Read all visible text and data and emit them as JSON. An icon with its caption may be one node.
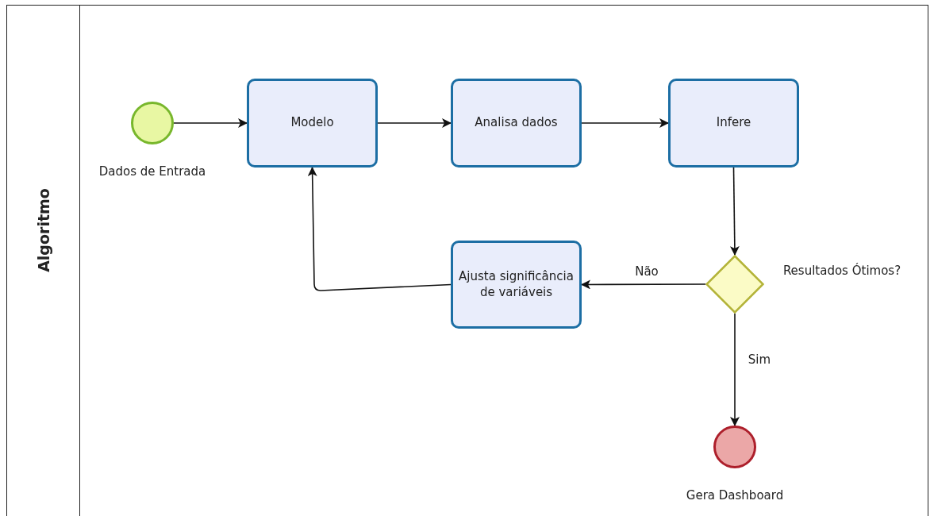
{
  "diagram": {
    "nodes": [
      {
        "text": [
          "Algoritmo"
        ]
      },
      {
        "text": [],
        "shape": "circle",
        "beside": [
          "Dados de Entrada"
        ],
        "in": 0
      },
      {
        "text": [
          "Modelo"
        ],
        "in": 0
      },
      {
        "text": [
          "Analisa dados"
        ],
        "in": 0
      },
      {
        "text": [
          "Infere"
        ],
        "in": 0
      },
      {
        "text": [],
        "shape": "diamond",
        "beside": [
          "Resultados Ótimos?"
        ],
        "in": 0
      },
      {
        "text": [
          "Ajusta significância de variáveis"
        ],
        "in": 0
      },
      {
        "text": [],
        "shape": "circle",
        "beside": [
          "Gera Dashboard"
        ],
        "in": 0
      }
    ],
    "edges": [
      {
        "from": 1,
        "to": 2,
        "arrow": "to"
      },
      {
        "from": 2,
        "to": 3,
        "arrow": "to"
      },
      {
        "from": 3,
        "to": 4,
        "arrow": "to"
      },
      {
        "from": 4,
        "to": 5,
        "arrow": "to"
      },
      {
        "from": 5,
        "to": 6,
        "label": "Não",
        "arrow": "to"
      },
      {
        "from": 6,
        "to": 2,
        "arrow": "to"
      },
      {
        "from": 5,
        "to": 7,
        "label": "Sim",
        "arrow": "to"
      }
    ]
  }
}
